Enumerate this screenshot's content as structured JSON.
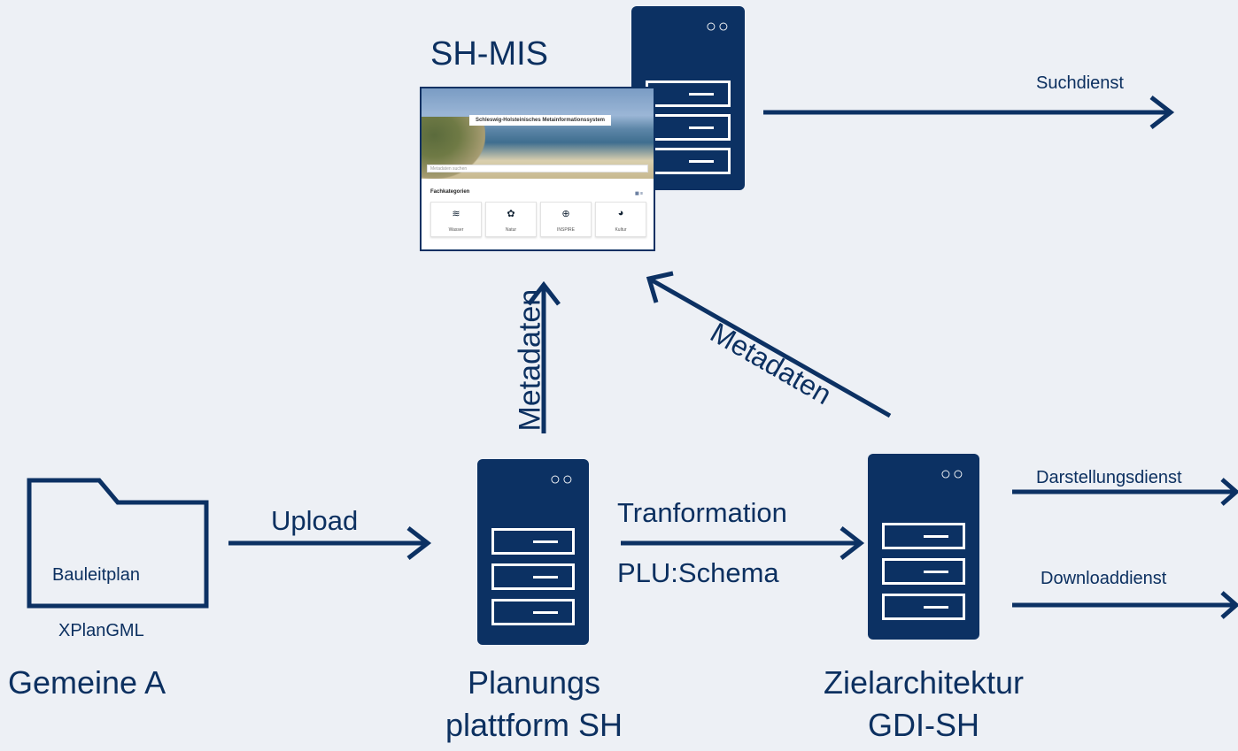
{
  "nodes": {
    "shmis": {
      "title": "SH-MIS"
    },
    "screenshot": {
      "banner": "Schleswig-Holsteinisches Metainformationssystem",
      "search_placeholder": "Metadaten suchen",
      "section_title": "Fachkategorien",
      "cards": [
        {
          "label": "Wasser",
          "icon": "≋"
        },
        {
          "label": "Natur",
          "icon": "✿"
        },
        {
          "label": "INSPIRE",
          "icon": "⊕"
        },
        {
          "label": "Kultur",
          "icon": "◕"
        }
      ]
    },
    "gemeinde": {
      "file_label": "Bauleitplan",
      "format": "XPlanGML",
      "name": "Gemeine A"
    },
    "planung": {
      "line1": "Planungs",
      "line2": "plattform SH"
    },
    "ziel": {
      "line1": "Zielarchitektur",
      "line2": "GDI-SH"
    },
    "server_eyes": "○○"
  },
  "edges": {
    "upload": "Upload",
    "transformation": "Tranformation",
    "schema": "PLU:Schema",
    "metadaten_vertical": "Metadaten",
    "metadaten_diagonal": "Metadaten",
    "suchdienst": "Suchdienst",
    "darstellungsdienst": "Darstellungsdienst",
    "downloaddienst": "Downloaddienst"
  },
  "colors": {
    "primary": "#0c3163",
    "background": "#edf0f5"
  }
}
